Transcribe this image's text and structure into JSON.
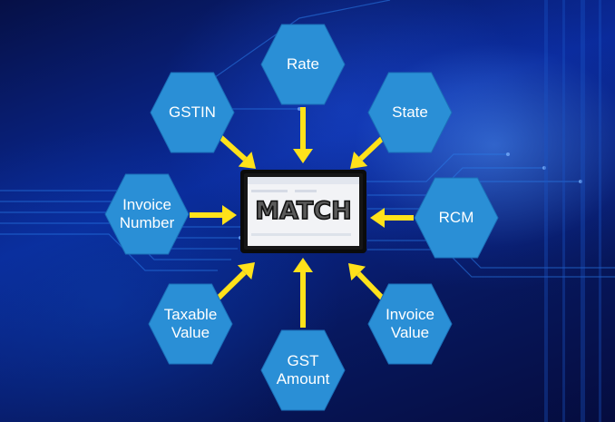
{
  "center_label": "MATCH",
  "nodes": [
    {
      "id": "rate",
      "label": "Rate"
    },
    {
      "id": "state",
      "label": "State"
    },
    {
      "id": "rcm",
      "label": "RCM"
    },
    {
      "id": "invoice-value",
      "label": "Invoice\nValue"
    },
    {
      "id": "gst-amount",
      "label": "GST\nAmount"
    },
    {
      "id": "taxable-value",
      "label": "Taxable\nValue"
    },
    {
      "id": "invoice-number",
      "label": "Invoice\nNumber"
    },
    {
      "id": "gstin",
      "label": "GSTIN"
    }
  ],
  "colors": {
    "hexagon": "#2a8fd6",
    "arrow": "#ffe21a",
    "background": "#061046"
  }
}
